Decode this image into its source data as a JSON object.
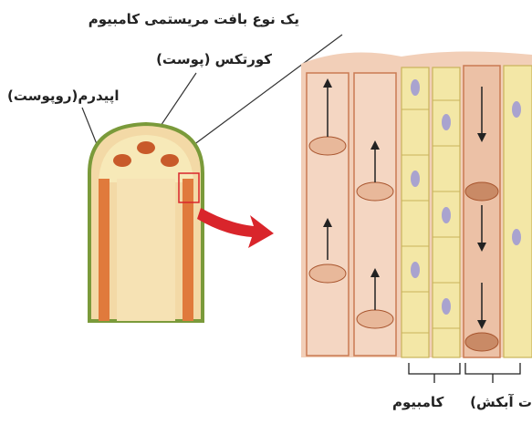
{
  "labels": {
    "cambium_tissue": "یک نوع بافت مریستمی کامبیوم",
    "cortex": "کورتکس (پوست)",
    "epidermis": "اپیدرم(روپوست)",
    "cambium": "کامبیوم",
    "phloem_partial": "ت آبکش)"
  },
  "colors": {
    "epidermis": "#7a9a3a",
    "cortex_fill": "#f7e9b8",
    "vessel_orange": "#e07a3c",
    "stem_core": "#f3d9a6",
    "arrow_red": "#d9252b",
    "cell_pink": "#f2cfb8",
    "cell_yellow": "#f3e7a6",
    "nucleus": "#a9a3cf"
  }
}
